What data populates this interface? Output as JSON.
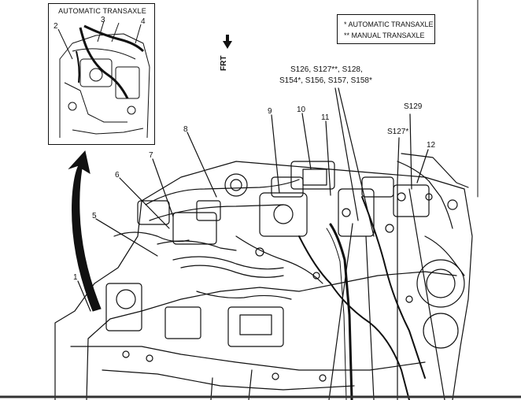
{
  "inset": {
    "title": "AUTOMATIC TRANSAXLE"
  },
  "legend": {
    "items": [
      {
        "marker": "*",
        "text": "AUTOMATIC TRANSAXLE"
      },
      {
        "marker": "**",
        "text": "MANUAL TRANSAXLE"
      }
    ]
  },
  "front_label": "FRT",
  "callouts": {
    "inset_2": "2",
    "inset_3": "3",
    "inset_4": "4",
    "c1": "1",
    "c5": "5",
    "c6": "6",
    "c7": "7",
    "c8": "8",
    "c9": "9",
    "c10": "10",
    "c11": "11",
    "c12": "12",
    "splice_group_line1": "S126, S127**, S128,",
    "splice_group_line2": "S154*, S156, S157, S158*",
    "s129": "S129",
    "s127": "S127*"
  }
}
